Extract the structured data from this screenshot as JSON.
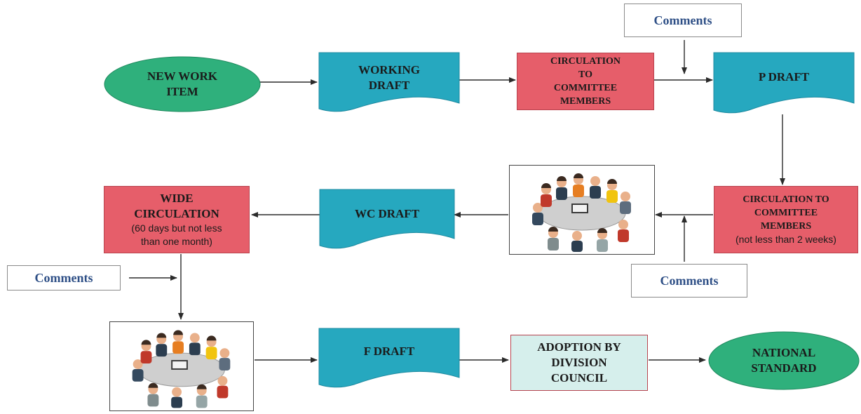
{
  "nodes": {
    "new_work_item": {
      "lines": [
        "NEW WORK",
        "ITEM"
      ],
      "fill": "#2fb07c"
    },
    "working_draft": {
      "lines": [
        "WORKING",
        "DRAFT"
      ],
      "fill": "#26a8bf"
    },
    "circulation_1": {
      "lines": [
        "CIRCULATION",
        "TO",
        "COMMITTEE",
        "MEMBERS"
      ],
      "fill": "#e65e6a"
    },
    "p_draft": {
      "lines": [
        "P DRAFT"
      ],
      "fill": "#26a8bf"
    },
    "circulation_2": {
      "lines": [
        "CIRCULATION TO",
        "COMMITTEE",
        "MEMBERS"
      ],
      "note": "(not less than 2 weeks)",
      "fill": "#e65e6a"
    },
    "wc_draft": {
      "lines": [
        "WC DRAFT"
      ],
      "fill": "#26a8bf"
    },
    "wide_circulation": {
      "lines": [
        "WIDE",
        "CIRCULATION"
      ],
      "note_lines": [
        "(60 days but not less",
        "than one month)"
      ],
      "fill": "#e65e6a"
    },
    "f_draft": {
      "lines": [
        "F DRAFT"
      ],
      "fill": "#26a8bf"
    },
    "adoption": {
      "lines": [
        "ADOPTION BY",
        "DIVISION",
        "COUNCIL"
      ],
      "fill": "#d6efec"
    },
    "national_standard": {
      "lines": [
        "NATIONAL",
        "STANDARD"
      ],
      "fill": "#2fb07c"
    }
  },
  "comments": {
    "top": "Comments",
    "right": "Comments",
    "left": "Comments"
  },
  "colors": {
    "arrow": "#2b2b2b",
    "comment_text": "#2e4f86"
  }
}
